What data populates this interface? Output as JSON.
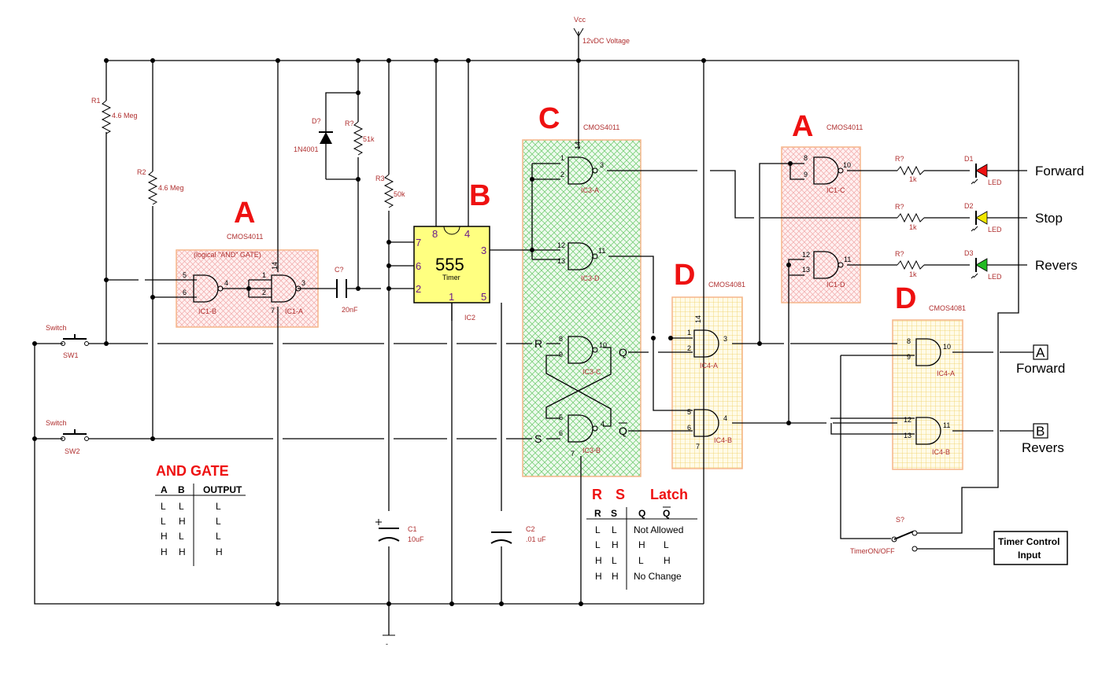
{
  "supply": {
    "vcc": "Vcc",
    "voltage": "12vDC Voltage"
  },
  "resistors": {
    "r1": {
      "ref": "R1",
      "value": "4.6 Meg"
    },
    "r2": {
      "ref": "R2",
      "value": "4.6 Meg"
    },
    "r_timer": {
      "ref": "R?",
      "value": "51k"
    },
    "r3": {
      "ref": "R3",
      "value": "50k"
    },
    "r_led1": {
      "ref": "R?",
      "value": "1k"
    },
    "r_led2": {
      "ref": "R?",
      "value": "1k"
    },
    "r_led3": {
      "ref": "R?",
      "value": "1k"
    }
  },
  "diode": {
    "ref": "D?",
    "value": "1N4001"
  },
  "capacitors": {
    "c_coupling": {
      "ref": "C?",
      "value": "20nF"
    },
    "c1": {
      "ref": "C1",
      "value": "10uF"
    },
    "c2": {
      "ref": "C2",
      "value": ".01 uF"
    }
  },
  "leds": {
    "d1": {
      "ref": "D1",
      "label": "LED",
      "color": "#ee1111"
    },
    "d2": {
      "ref": "D2",
      "label": "LED",
      "color": "#f2e800"
    },
    "d3": {
      "ref": "D3",
      "label": "LED",
      "color": "#22bb22"
    }
  },
  "switches": {
    "sw1": {
      "type": "Switch",
      "ref": "SW1"
    },
    "sw2": {
      "type": "Switch",
      "ref": "SW2"
    },
    "timer": {
      "ref": "S?",
      "label": "TimerON/OFF"
    }
  },
  "timer_ic": {
    "text": "555",
    "sub": "Timer",
    "ref": "IC2",
    "pins": [
      "8",
      "4",
      "7",
      "6",
      "2",
      "3",
      "1",
      "5"
    ],
    "fill": "#ffff80"
  },
  "sections": {
    "a_left": {
      "letter": "A",
      "chip": "CMOS4011",
      "note": "(logical \"AND\" GATE)"
    },
    "b": {
      "letter": "B"
    },
    "c": {
      "letter": "C",
      "chip": "CMOS4011"
    },
    "a_right": {
      "letter": "A",
      "chip": "CMOS4011"
    },
    "d_left": {
      "letter": "D",
      "chip": "CMOS4081"
    },
    "d_right": {
      "letter": "D",
      "chip": "CMOS4081"
    }
  },
  "gates": {
    "ic1b": "IC1-B",
    "ic1a": "IC1-A",
    "ic3a": "IC3-A",
    "ic3d": "IC3-D",
    "ic3c": "IC3-C",
    "ic3b": "IC3-B",
    "ic1c": "IC1-C",
    "ic1d": "IC1-D",
    "ic4a_l": "IC4-A",
    "ic4b_l": "IC4-B",
    "ic4a_r": "IC4-A",
    "ic4b_r": "IC4-B"
  },
  "latch_signals": {
    "r": "R",
    "s": "S",
    "q": "Q",
    "qbar": "Q"
  },
  "outputs": {
    "forward": "Forward",
    "stop": "Stop",
    "revers": "Revers"
  },
  "final_outputs": {
    "a": "A",
    "a_label": "Forward",
    "b": "B",
    "b_label": "Revers"
  },
  "timer_input": {
    "line1": "Timer Control",
    "line2": "Input"
  },
  "and_table": {
    "title": "AND  GATE",
    "headers": [
      "A",
      "B",
      "OUTPUT"
    ],
    "rows": [
      [
        "L",
        "L",
        "L"
      ],
      [
        "L",
        "H",
        "L"
      ],
      [
        "H",
        "L",
        "L"
      ],
      [
        "H",
        "H",
        "H"
      ]
    ]
  },
  "rs_table": {
    "title_r": "R",
    "title_s": "S",
    "title_latch": "Latch",
    "headers": [
      "R",
      "S",
      "Q",
      "Q"
    ],
    "rows": [
      {
        "r": "L",
        "s": "L",
        "text": "Not Allowed"
      },
      {
        "r": "L",
        "s": "H",
        "q": "H",
        "qb": "L"
      },
      {
        "r": "H",
        "s": "L",
        "q": "L",
        "qb": "H"
      },
      {
        "r": "H",
        "s": "H",
        "text": "No Change"
      }
    ]
  },
  "colors": {
    "hatch_red": "#f0a0a0",
    "hatch_green": "#7ad07a",
    "hatch_yellow": "#f0d060",
    "box_border": "#f5b58a",
    "accent": "#ee1111"
  }
}
